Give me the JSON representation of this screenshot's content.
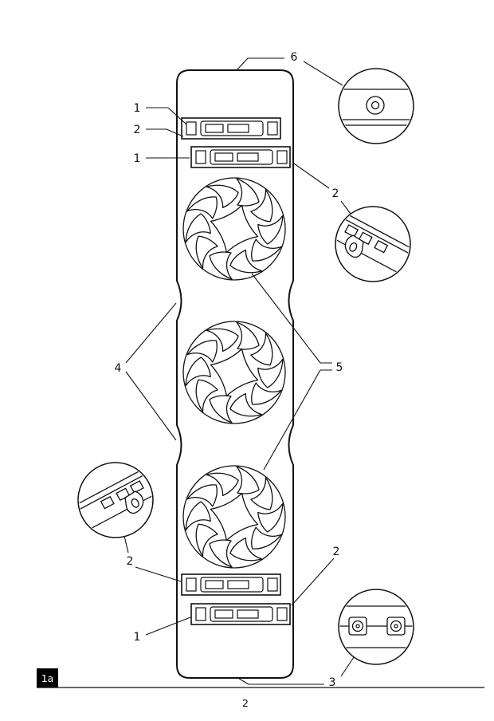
{
  "figure": {
    "id_label": "1a",
    "page_number": "2",
    "stroke_color": "#111111",
    "background_color": "#ffffff"
  },
  "refs": {
    "r6": "6",
    "r1_top": "1",
    "r2_top": "2",
    "r1_upper": "1",
    "r2_upper_right": "2",
    "r4": "4",
    "r5": "5",
    "r2_left": "2",
    "r2_lower_right": "2",
    "r1_bottom": "1",
    "r3": "3"
  }
}
